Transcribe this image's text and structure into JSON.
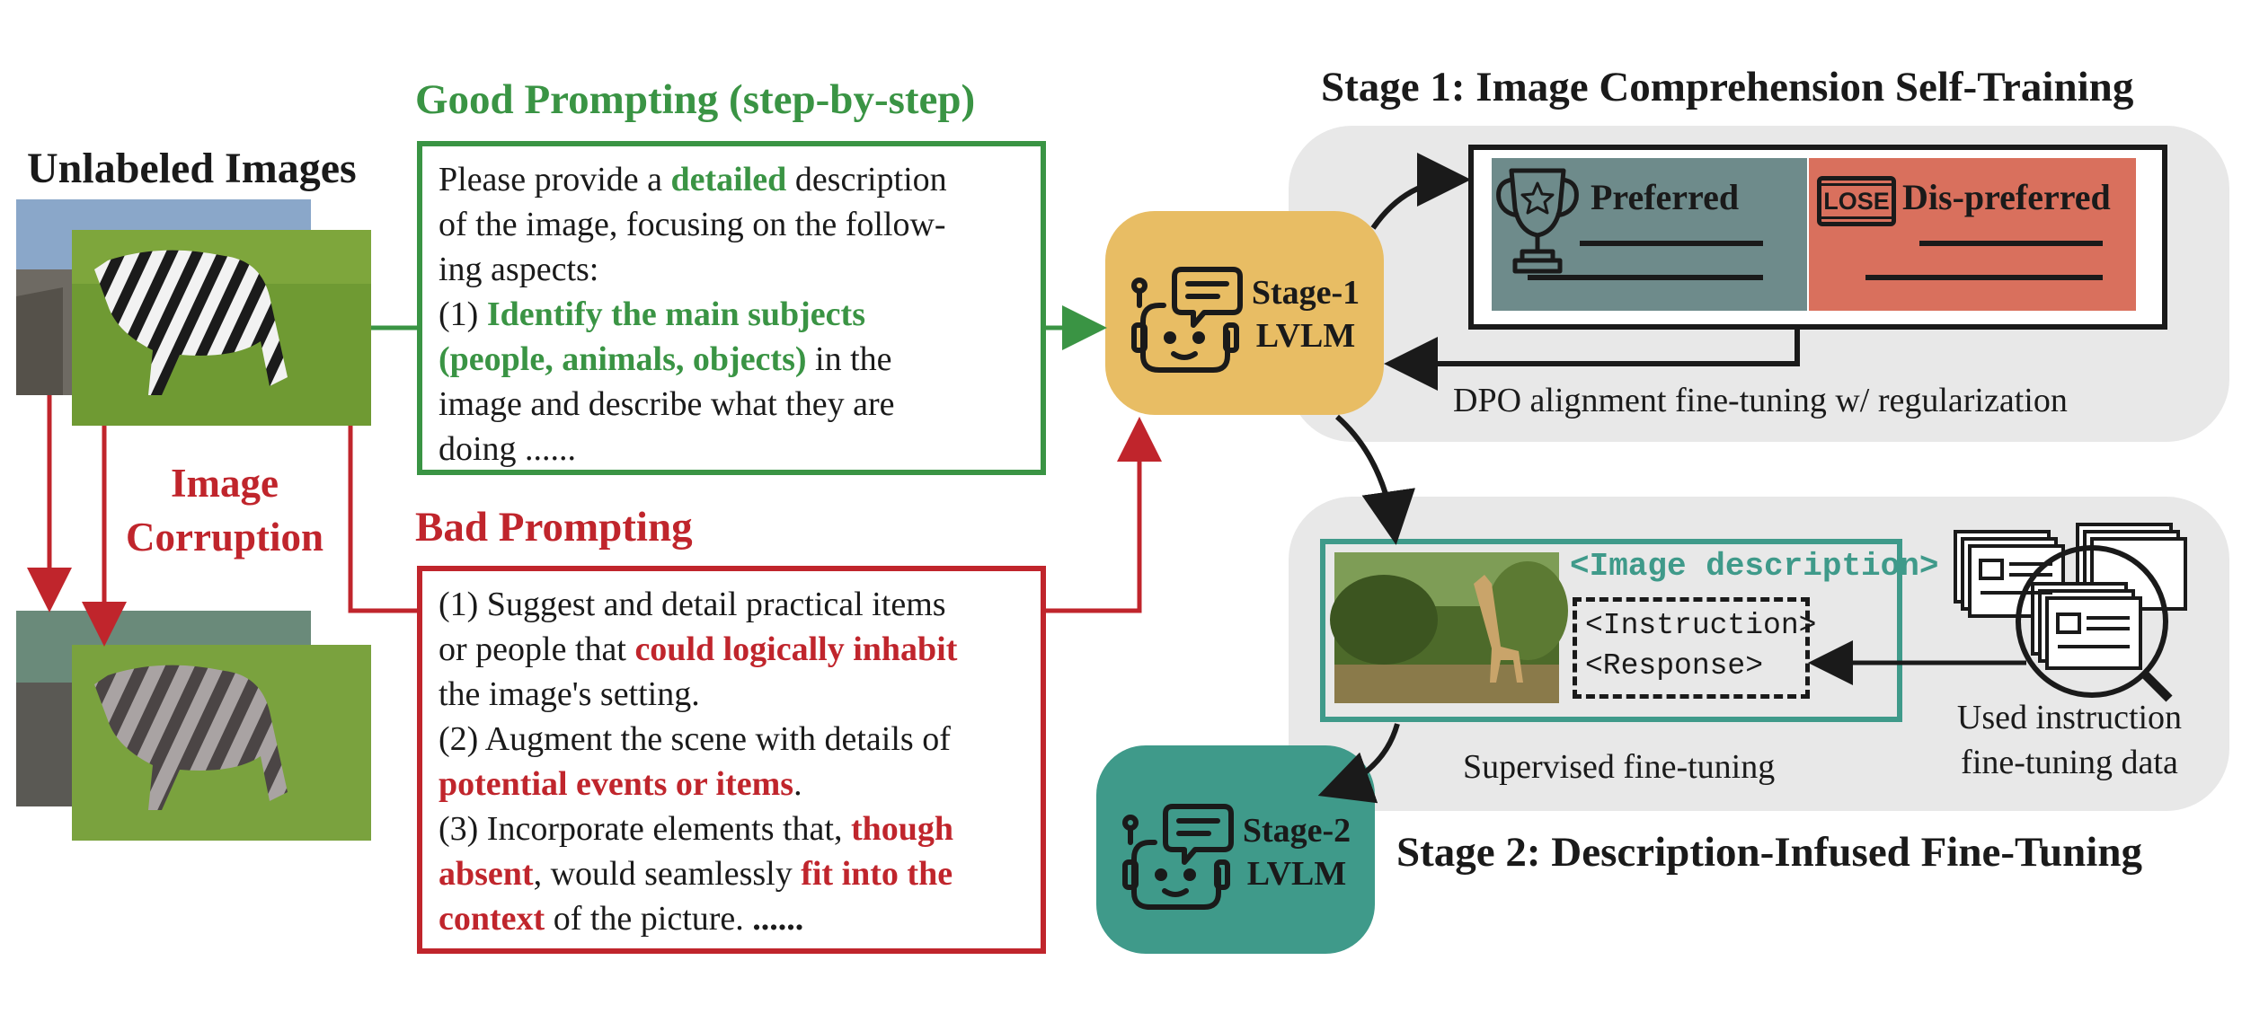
{
  "unlabeled_title": "Unlabeled Images",
  "corruption_label": [
    "Image",
    "Corruption"
  ],
  "good": {
    "title": "Good Prompting (step-by-step)",
    "lines": [
      [
        {
          "t": "Please provide a "
        },
        {
          "t": "detailed",
          "s": "g"
        },
        {
          "t": " description"
        }
      ],
      [
        {
          "t": "of the image, focusing on the follow-"
        }
      ],
      [
        {
          "t": "ing aspects:"
        }
      ],
      [
        {
          "t": "(1) "
        },
        {
          "t": "Identify the main subjects",
          "s": "g"
        }
      ],
      [
        {
          "t": "(people, animals, objects)",
          "s": "g"
        },
        {
          "t": " in the"
        }
      ],
      [
        {
          "t": "image and describe what they are"
        }
      ],
      [
        {
          "t": "doing ......"
        }
      ]
    ]
  },
  "bad": {
    "title": "Bad Prompting",
    "lines": [
      [
        {
          "t": "(1) Suggest and detail practical items"
        }
      ],
      [
        {
          "t": "or people that "
        },
        {
          "t": "could logically inhabit",
          "s": "r"
        }
      ],
      [
        {
          "t": "the image's setting."
        }
      ],
      [
        {
          "t": "(2) Augment the scene with details of"
        }
      ],
      [
        {
          "t": "potential events or items",
          "s": "r"
        },
        {
          "t": "."
        }
      ],
      [
        {
          "t": "(3) Incorporate elements that, "
        },
        {
          "t": "though",
          "s": "r"
        }
      ],
      [
        {
          "t": "absent",
          "s": "r"
        },
        {
          "t": ", would seamlessly "
        },
        {
          "t": "fit into the",
          "s": "r"
        }
      ],
      [
        {
          "t": "context",
          "s": "r"
        },
        {
          "t": " of the picture.   "
        },
        {
          "t": "......",
          "b": 1
        }
      ]
    ]
  },
  "stage1": {
    "title": "Stage 1: Image Comprehension Self-Training",
    "preferred": "Preferred",
    "dispreferred": "Dis-preferred",
    "lose_badge": "LOSE",
    "dpo_caption": "DPO alignment fine-tuning w/ regularization",
    "lvlm_line1": "Stage-1",
    "lvlm_line2": "LVLM"
  },
  "stage2": {
    "title": "Stage 2: Description-Infused Fine-Tuning",
    "image_description": "<Image description>",
    "instruction": "<Instruction>",
    "response": "<Response>",
    "sft_caption": "Supervised fine-tuning",
    "used_data_caption": [
      "Used instruction",
      "fine-tuning data"
    ],
    "lvlm_line1": "Stage-2",
    "lvlm_line2": "LVLM"
  },
  "colors": {
    "green": "#3a9444",
    "red": "#c0252c",
    "teal": "#3f9a8a",
    "stage1_lvlm": "#e8bd64",
    "stage2_lvlm": "#3f9a8a",
    "preferred_bg": "#6e8b8b",
    "dispreferred_bg": "#d9705d",
    "panel_gray": "#e8e8e8"
  },
  "icons": [
    "robot-icon",
    "trophy-icon",
    "lose-badge-icon",
    "documents-icon",
    "magnifier-icon"
  ]
}
